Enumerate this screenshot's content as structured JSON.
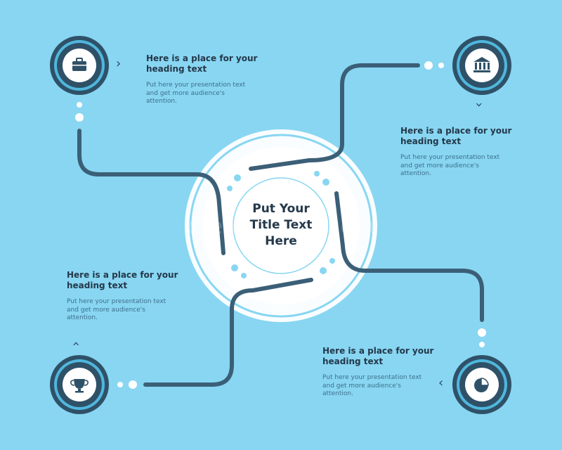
{
  "title": {
    "lines": [
      "Put Your",
      "Title Text",
      "Here"
    ]
  },
  "watermark": "dreamstime.com",
  "steps": [
    {
      "icon": "briefcase-icon",
      "heading": "Here is a place for your heading text",
      "body": "Put here your presentation text and get more audience's attention."
    },
    {
      "icon": "bank-icon",
      "heading": "Here is a place for your heading text",
      "body": "Put here your presentation text and get more audience's attention."
    },
    {
      "icon": "trophy-icon",
      "heading": "Here is a place for your heading text",
      "body": "Put here your presentation text and get more audience's attention."
    },
    {
      "icon": "pie-chart-icon",
      "heading": "Here is a place for your heading text",
      "body": "Put here your presentation text and get more audience's attention."
    }
  ],
  "colors": {
    "background": "#88d6f2",
    "line": "#3b5f77",
    "ring_dark": "#2f5168",
    "ring_mid": "#4fb7dd",
    "white": "#ffffff",
    "text": "#24384a"
  }
}
